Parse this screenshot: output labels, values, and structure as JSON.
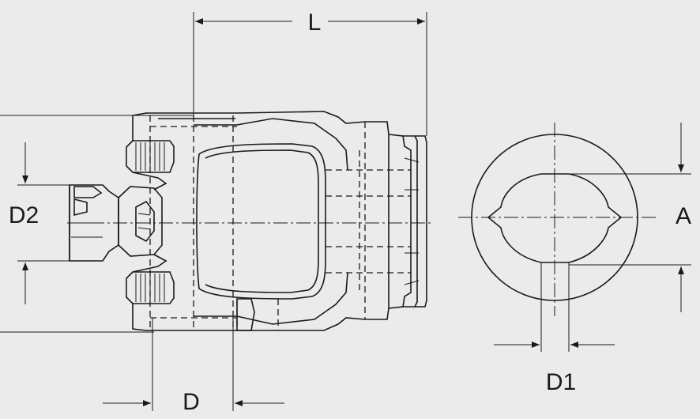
{
  "dimensions": {
    "L": "L",
    "D": "D",
    "D1": "D1",
    "D2": "D2",
    "A": "A"
  },
  "colors": {
    "background": "#ebebeb",
    "line": "#1a1a1a"
  }
}
